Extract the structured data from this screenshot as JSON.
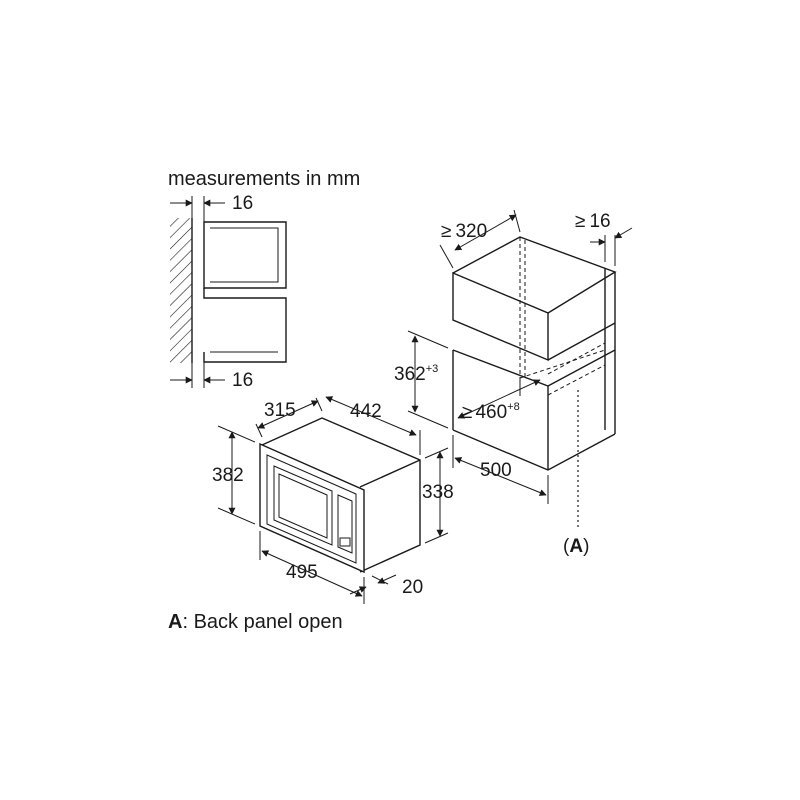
{
  "header": {
    "measurements_label": "measurements in mm"
  },
  "side_view": {
    "top_gap": "16",
    "bottom_gap": "16"
  },
  "microwave": {
    "depth": "315",
    "width_top": "442",
    "height_front": "382",
    "height_body": "338",
    "frame_width": "495",
    "frame_depth": "20"
  },
  "cabinet": {
    "niche_width": "320",
    "niche_width_prefix": "≥",
    "rear_gap": "16",
    "rear_gap_prefix": "≥",
    "niche_height": "362",
    "niche_height_tol": "+3",
    "niche_depth": "460",
    "niche_depth_prefix": "≥",
    "niche_depth_tol": "+8",
    "cabinet_depth": "500",
    "back_panel_marker": "A"
  },
  "legend": {
    "key": "A",
    "text": ": Back panel open"
  }
}
